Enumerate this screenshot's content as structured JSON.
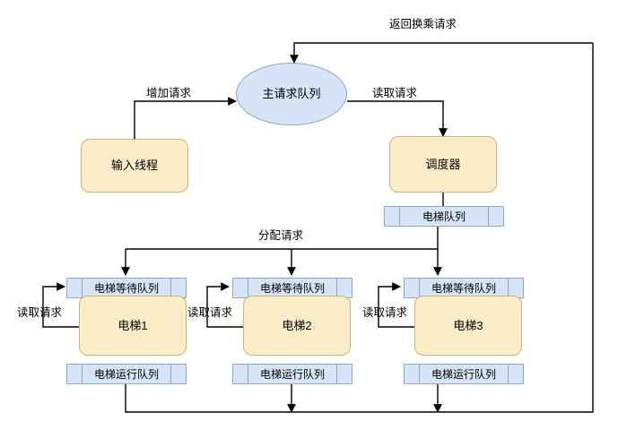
{
  "diagram": {
    "title": "Elevator scheduling architecture flow diagram",
    "colors": {
      "process_fill": "#fbedc8",
      "process_stroke": "#d0b26a",
      "queue_fill": "#d6e4f7",
      "queue_stroke": "#8fa9c9",
      "line": "#000000",
      "background": "#ffffff"
    },
    "nodes": {
      "main_queue": "主请求队列",
      "input_thread": "输入线程",
      "scheduler": "调度器",
      "elevator_queue": "电梯队列",
      "elevator1": "电梯1",
      "elevator2": "电梯2",
      "elevator3": "电梯3",
      "waiting_queue_1": "电梯等待队列",
      "waiting_queue_2": "电梯等待队列",
      "waiting_queue_3": "电梯等待队列",
      "running_queue_1": "电梯运行队列",
      "running_queue_2": "电梯运行队列",
      "running_queue_3": "电梯运行队列"
    },
    "edge_labels": {
      "return_transfer": "返回换乘请求",
      "add_request": "增加请求",
      "read_request_main": "读取请求",
      "assign_request": "分配请求",
      "read_request_1": "读取请求",
      "read_request_2": "读取请求",
      "read_request_3": "读取请求"
    }
  }
}
